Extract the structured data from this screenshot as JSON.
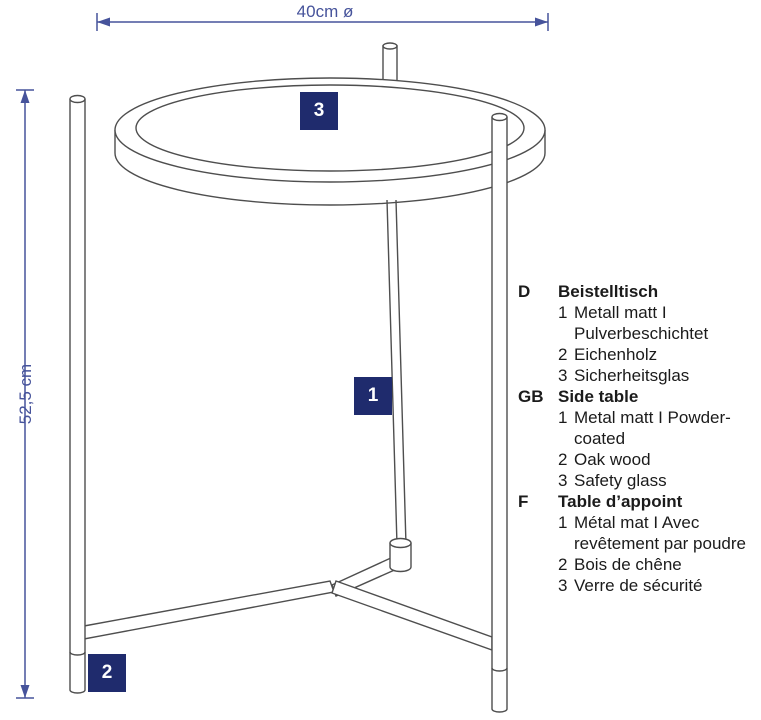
{
  "diagram": {
    "top_dimension": "40cm ø",
    "left_dimension": "52,5 cm",
    "badges": {
      "metal": "1",
      "wood": "2",
      "glass": "3"
    },
    "colors": {
      "dimension_blue": "#46539b",
      "badge_navy": "#1f2b6d",
      "drawing_line": "#4e4e4e",
      "text_dark": "#1b1b1b"
    }
  },
  "legend": {
    "sections": [
      {
        "code": "D",
        "title": "Beistelltisch",
        "items": [
          {
            "num": "1",
            "text": "Metall matt I Pulverbeschichtet"
          },
          {
            "num": "2",
            "text": "Eichenholz"
          },
          {
            "num": "3",
            "text": "Sicherheitsglas"
          }
        ]
      },
      {
        "code": "GB",
        "title": "Side table",
        "items": [
          {
            "num": "1",
            "text": "Metal matt I Powder-coated"
          },
          {
            "num": "2",
            "text": "Oak wood"
          },
          {
            "num": "3",
            "text": "Safety glass"
          }
        ]
      },
      {
        "code": "F",
        "title": "Table d’appoint",
        "items": [
          {
            "num": "1",
            "text": "Métal mat I Avec revêtement par poudre"
          },
          {
            "num": "2",
            "text": "Bois de chêne"
          },
          {
            "num": "3",
            "text": "Verre de sécurité"
          }
        ]
      }
    ]
  }
}
